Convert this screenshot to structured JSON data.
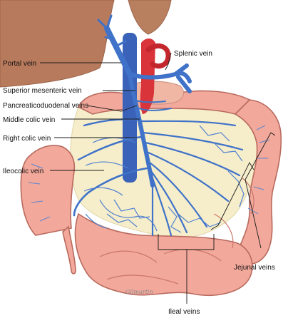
{
  "labels": {
    "portal_vein": "Portal vein",
    "splenic_vein": "Splenic vein",
    "superior_mesenteric_vein": "Superior mesenteric vein",
    "pancreaticoduodenal_veins": "Pancreaticoduodenal veins",
    "middle_colic_vein": "Middle colic vein",
    "right_colic_vein": "Right colic vein",
    "ileocolic_vein": "Ileocolic vein",
    "jejunal_veins": "Jejunal veins",
    "ileal_veins": "Ileal veins"
  },
  "signature": "Gilmartin",
  "colors": {
    "intestine": "#f2a89b",
    "intestine_shadow": "#d98274",
    "mesentery": "#f6eecb",
    "vein": "#3f72c8",
    "ivc": "#3a62b8",
    "artery": "#d8343a",
    "liver": "#b87a5c",
    "pancreas": "#f0b7a5"
  }
}
